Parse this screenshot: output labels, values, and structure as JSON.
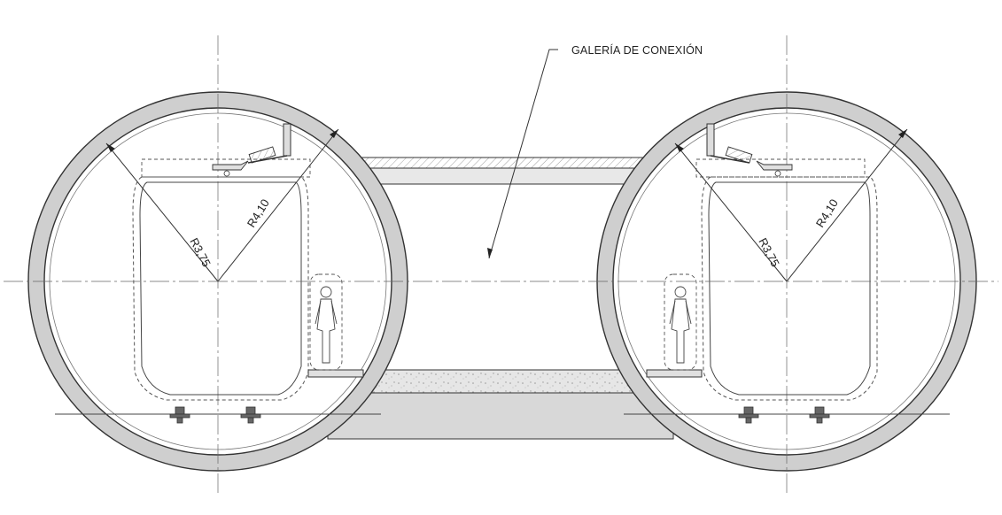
{
  "annotations": {
    "gallery_label": "GALERÍA DE CONEXIÓN"
  },
  "tunnels": [
    {
      "side": "left",
      "inner_radius_label": "R3,75",
      "outer_radius_label": "R4,10"
    },
    {
      "side": "right",
      "inner_radius_label": "R3,75",
      "outer_radius_label": "R4,10"
    }
  ],
  "colors": {
    "lining": "#cfcfcf",
    "line": "#333333",
    "dashed": "#555555",
    "slab": "#d9d9d9"
  }
}
